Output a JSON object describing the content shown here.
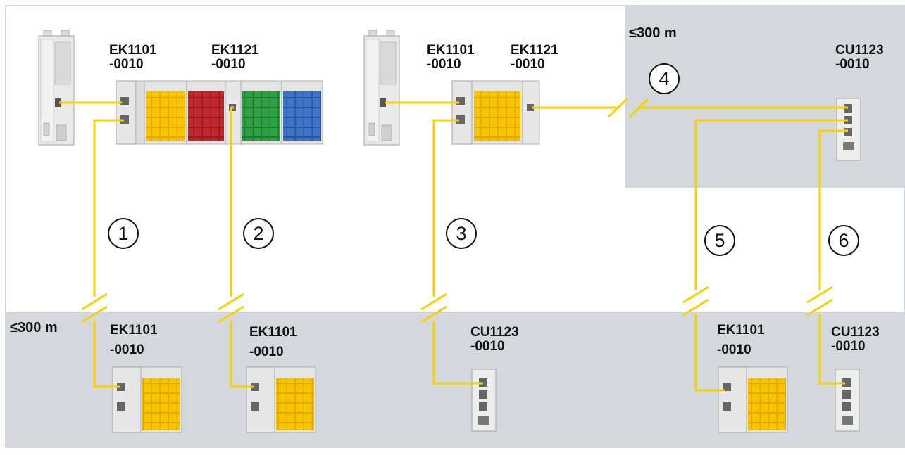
{
  "distance_labels": {
    "top_right": "≤300 m",
    "bottom_left": "≤300 m"
  },
  "device_labels": {
    "top_ek1101_a": "EK1101\n-0010",
    "top_ek1121_a": "EK1121\n-0010",
    "top_ek1101_b": "EK1101\n-0010",
    "top_ek1121_b": "EK1121\n-0010",
    "top_cu1123": "CU1123\n-0010",
    "bottom_ek1101_1": "EK1101\n-0010",
    "bottom_ek1101_2": "EK1101\n-0010",
    "bottom_cu1123_3": "CU1123\n-0010",
    "bottom_ek1101_5": "EK1101\n-0010",
    "bottom_cu1123_6": "CU1123\n-0010"
  },
  "connections": [
    {
      "number": "1"
    },
    {
      "number": "2"
    },
    {
      "number": "3"
    },
    {
      "number": "4"
    },
    {
      "number": "5"
    },
    {
      "number": "6"
    }
  ],
  "colors": {
    "cable": "#f5d200",
    "zone": "#d4d7dc",
    "terminal_yellow": "#f7c500",
    "terminal_red": "#c0282d",
    "terminal_green": "#2fa043",
    "terminal_blue": "#3f75c7",
    "device_gray": "#e7e7e7"
  }
}
